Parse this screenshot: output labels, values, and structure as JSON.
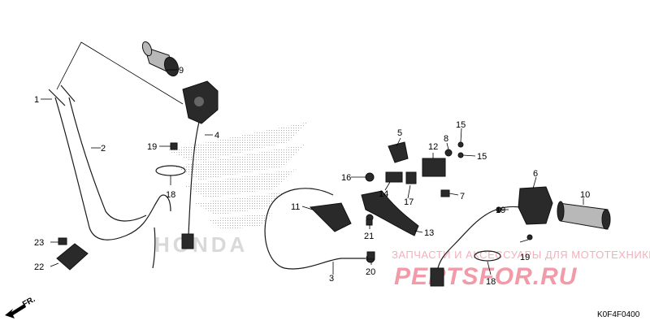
{
  "diagram": {
    "code": "K0F4F0400",
    "direction_marker": "FR.",
    "logo_text": "HONDA",
    "watermark": {
      "line1": "ЗАПЧАСТИ И АКСЕССУАРЫ ДЛЯ МОТОТЕХНИКИ",
      "line2": "PERTSFOR.RU"
    },
    "callouts": [
      {
        "id": "c1",
        "text": "1"
      },
      {
        "id": "c2",
        "text": "2"
      },
      {
        "id": "c3",
        "text": "3"
      },
      {
        "id": "c4",
        "text": "4"
      },
      {
        "id": "c5",
        "text": "5"
      },
      {
        "id": "c6",
        "text": "6"
      },
      {
        "id": "c7",
        "text": "7"
      },
      {
        "id": "c8",
        "text": "8"
      },
      {
        "id": "c9",
        "text": "9"
      },
      {
        "id": "c10",
        "text": "10"
      },
      {
        "id": "c11",
        "text": "11"
      },
      {
        "id": "c12",
        "text": "12"
      },
      {
        "id": "c13",
        "text": "13"
      },
      {
        "id": "c14",
        "text": "14"
      },
      {
        "id": "c15a",
        "text": "15"
      },
      {
        "id": "c15b",
        "text": "15"
      },
      {
        "id": "c16",
        "text": "16"
      },
      {
        "id": "c17",
        "text": "17"
      },
      {
        "id": "c18a",
        "text": "18"
      },
      {
        "id": "c18b",
        "text": "18"
      },
      {
        "id": "c19a",
        "text": "19"
      },
      {
        "id": "c19b",
        "text": "19"
      },
      {
        "id": "c19c",
        "text": "19"
      },
      {
        "id": "c20",
        "text": "20"
      },
      {
        "id": "c21",
        "text": "21"
      },
      {
        "id": "c22",
        "text": "22"
      },
      {
        "id": "c23",
        "text": "23"
      }
    ]
  }
}
